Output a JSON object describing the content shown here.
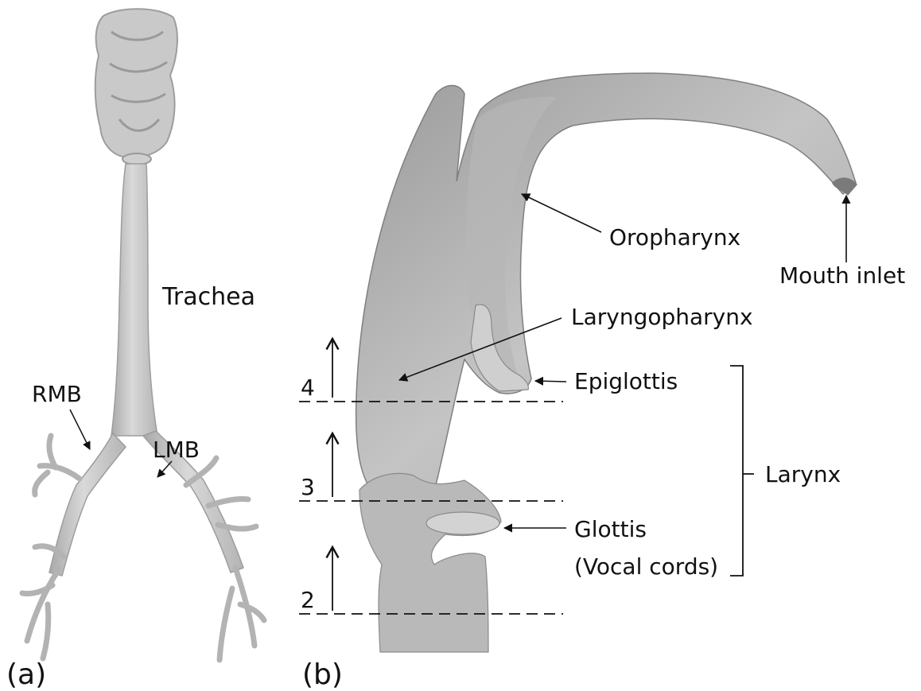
{
  "panel_a": {
    "letter": "(a)",
    "labels": {
      "trachea": "Trachea",
      "rmb": "RMB",
      "lmb": "LMB"
    }
  },
  "panel_b": {
    "letter": "(b)",
    "labels": {
      "oropharynx": "Oropharynx",
      "mouth_inlet": "Mouth inlet",
      "laryngopharynx": "Laryngopharynx",
      "epiglottis": "Epiglottis",
      "larynx": "Larynx",
      "glottis": "Glottis",
      "vocal_cords": "(Vocal cords)"
    },
    "zones": [
      "4",
      "3",
      "2"
    ]
  },
  "colors": {
    "tissue": "#bcbcbc",
    "tissue_dark": "#8f8f8f",
    "tissue_light": "#dcdcdc",
    "ink": "#111111"
  }
}
